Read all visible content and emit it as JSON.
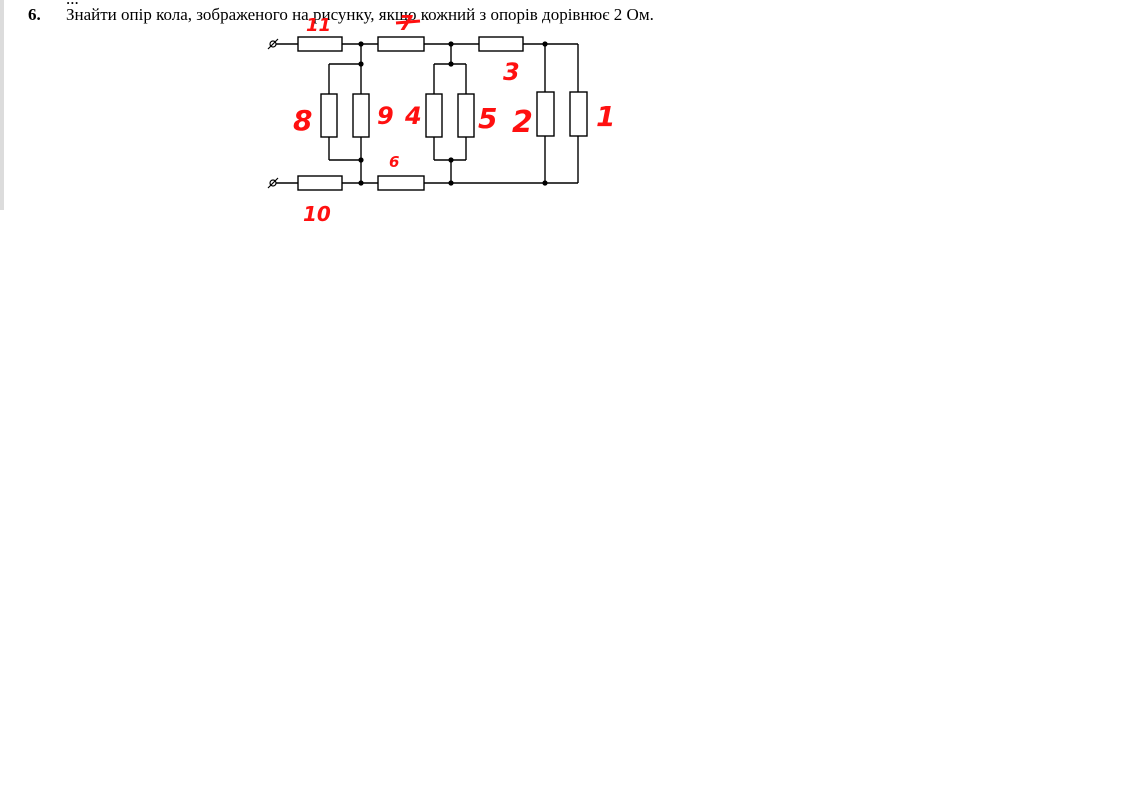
{
  "problem": {
    "clipped_previous_line": "...",
    "number": "6.",
    "text": "Знайти опір кола, зображеного на рисунку, якщо кожний з опорів дорівнює 2 Ом."
  },
  "diagram": {
    "wire_color": "#000000",
    "annotation_color": "#ff1010",
    "resistor_labels": [
      "11",
      "7",
      "3",
      "8",
      "9",
      "4",
      "5",
      "2",
      "1",
      "6",
      "10"
    ]
  }
}
